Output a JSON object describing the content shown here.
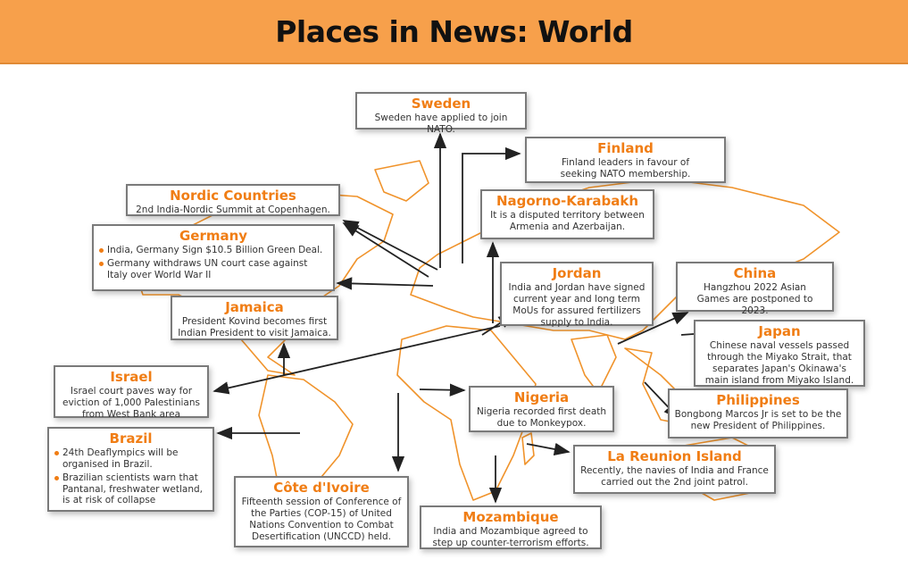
{
  "title": "Places in News: World",
  "colors": {
    "banner": "#f7a04b",
    "heading": "#f07d14",
    "map": "#f0932b"
  },
  "places": {
    "sweden": {
      "name": "Sweden",
      "text": "Sweden have applied to join NATO."
    },
    "finland": {
      "name": "Finland",
      "text": "Finland leaders in favour of seeking NATO membership."
    },
    "nordic": {
      "name": "Nordic Countries",
      "text": "2nd India-Nordic Summit at Copenhagen."
    },
    "germany": {
      "name": "Germany",
      "items": [
        "India, Germany Sign $10.5 Billion Green Deal.",
        "Germany withdraws UN court case against Italy over World War II"
      ]
    },
    "nagorno": {
      "name": "Nagorno-Karabakh",
      "text": "It is a disputed territory between Armenia and Azerbaijan."
    },
    "jordan": {
      "name": "Jordan",
      "text": "India and Jordan have signed current year and long term MoUs for assured fertilizers supply to India."
    },
    "china": {
      "name": "China",
      "text": "Hangzhou 2022 Asian Games are postponed to 2023."
    },
    "jamaica": {
      "name": "Jamaica",
      "text": "President Kovind becomes first Indian President to visit Jamaica."
    },
    "japan": {
      "name": "Japan",
      "text": "Chinese naval vessels passed through the Miyako Strait, that separates Japan's Okinawa's main island from Miyako Island."
    },
    "israel": {
      "name": "Israel",
      "text": "Israel court paves way for eviction of 1,000 Palestinians from West Bank area"
    },
    "nigeria": {
      "name": "Nigeria",
      "text": "Nigeria recorded first death due to Monkeypox."
    },
    "philippines": {
      "name": "Philippines",
      "text": "Bongbong Marcos Jr is set to be the new President of Philippines."
    },
    "brazil": {
      "name": "Brazil",
      "items": [
        "24th Deaflympics will be organised in Brazil.",
        "Brazilian scientists warn that Pantanal, freshwater wetland, is at risk of collapse"
      ]
    },
    "reunion": {
      "name": "La Reunion Island",
      "text": "Recently, the navies of India and France carried out the 2nd joint patrol."
    },
    "cote": {
      "name": "Côte d'Ivoire",
      "text": "Fifteenth session of Conference of the Parties (COP-15) of United Nations Convention to Combat Desertification (UNCCD) held."
    },
    "mozambique": {
      "name": "Mozambique",
      "text": "India and Mozambique agreed to step up counter-terrorism efforts."
    }
  }
}
